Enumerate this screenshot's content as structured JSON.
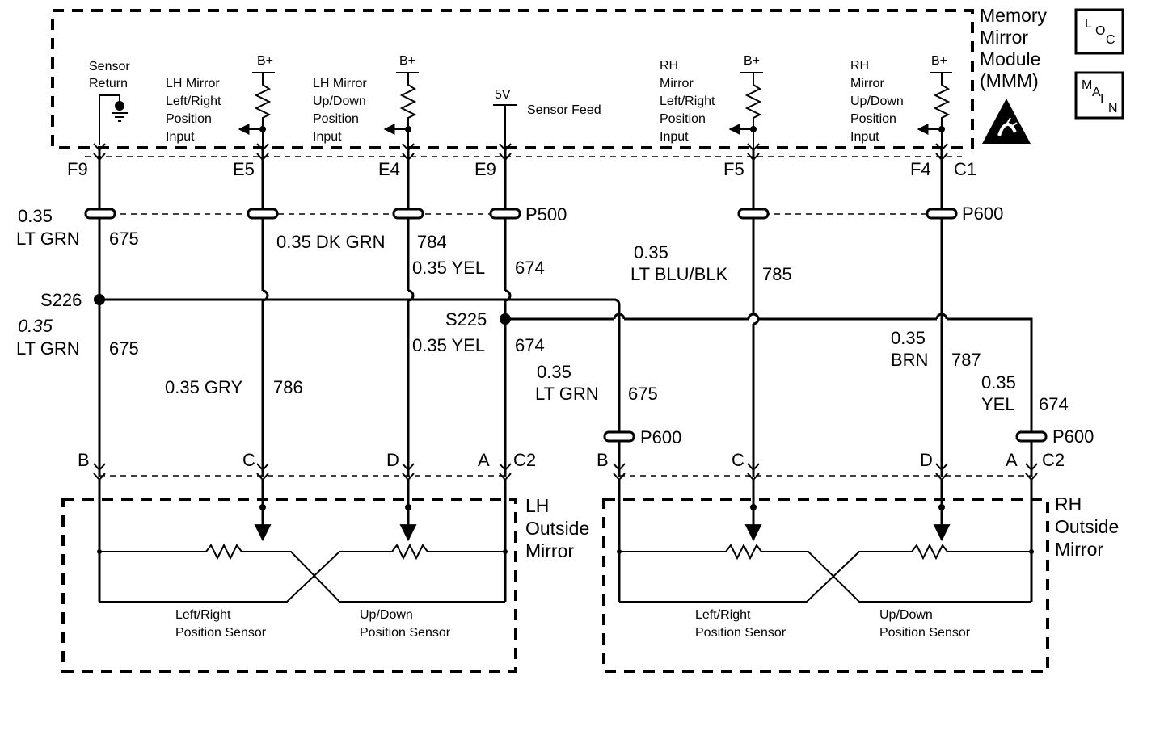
{
  "module": {
    "title_lines": [
      "Memory",
      "Mirror",
      "Module",
      "(MMM)"
    ],
    "loc_icon": [
      "L",
      "O",
      "C"
    ],
    "main_icon": [
      "M",
      "A",
      "I",
      "N"
    ],
    "esd_icon": "esd-warning-icon"
  },
  "module_inputs": {
    "sensor_return": [
      "Sensor",
      "Return"
    ],
    "lh_lr": [
      "LH Mirror",
      "Left/Right",
      "Position",
      "Input"
    ],
    "lh_ud": [
      "LH Mirror",
      "Up/Down",
      "Position",
      "Input"
    ],
    "rh_lr": [
      "RH",
      "Mirror",
      "Left/Right",
      "Position",
      "Input"
    ],
    "rh_ud": [
      "RH",
      "Mirror",
      "Up/Down",
      "Position",
      "Input"
    ],
    "bplus": "B+",
    "five_v": "5V",
    "sensor_feed": "Sensor Feed"
  },
  "connectors": {
    "module_pins": [
      "F9",
      "E5",
      "E4",
      "E9",
      "F5",
      "F4"
    ],
    "module_conn": "C1",
    "p500": "P500",
    "p600": "P600",
    "lh_pins": [
      "B",
      "C",
      "D",
      "A"
    ],
    "rh_pins": [
      "B",
      "C",
      "D",
      "A"
    ],
    "mirror_conn": "C2"
  },
  "splices": [
    "S226",
    "S225"
  ],
  "wires": {
    "w675_top": [
      "0.35",
      "LT GRN",
      "675"
    ],
    "w784": [
      "0.35 DK GRN",
      "784"
    ],
    "w674_top": [
      "0.35 YEL",
      "674"
    ],
    "w785": [
      "0.35",
      "LT BLU/BLK",
      "785"
    ],
    "w675_mid": [
      "0.35",
      "LT GRN",
      "675"
    ],
    "w674_mid": [
      "0.35 YEL",
      "674"
    ],
    "w786": [
      "0.35 GRY",
      "786"
    ],
    "w675_rh": [
      "0.35",
      "LT GRN",
      "675"
    ],
    "w787": [
      "0.35",
      "BRN",
      "787"
    ],
    "w674_rh": [
      "0.35",
      "YEL",
      "674"
    ]
  },
  "mirrors": {
    "lh": [
      "LH",
      "Outside",
      "Mirror"
    ],
    "rh": [
      "RH",
      "Outside",
      "Mirror"
    ],
    "lr_sensor": [
      "Left/Right",
      "Position Sensor"
    ],
    "ud_sensor": [
      "Up/Down",
      "Position Sensor"
    ]
  }
}
